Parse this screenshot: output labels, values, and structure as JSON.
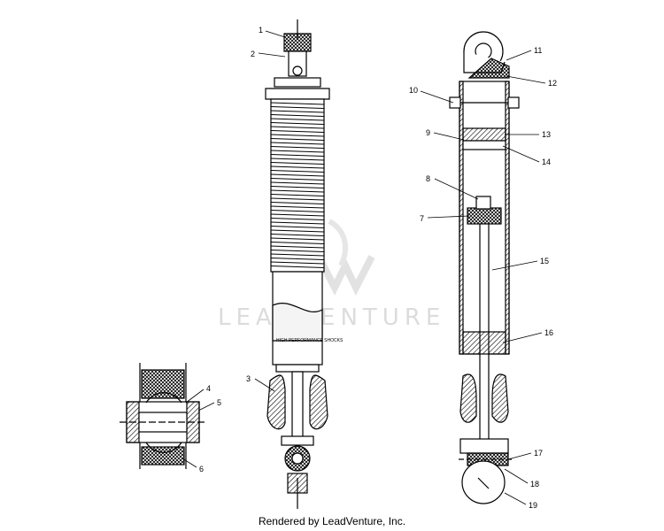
{
  "watermark": {
    "text": "LEADVENTURE"
  },
  "decal": {
    "text": "HIGH PERFORMANCE SHOCKS"
  },
  "callouts": {
    "c1": "1",
    "c2": "2",
    "c3": "3",
    "c4": "4",
    "c5": "5",
    "c6": "6",
    "c7": "7",
    "c8": "8",
    "c9": "9",
    "c10": "10",
    "c11": "11",
    "c12": "12",
    "c13": "13",
    "c14": "14",
    "c15": "15",
    "c16": "16",
    "c17": "17",
    "c18": "18",
    "c19": "19"
  },
  "footer": {
    "credit": "Rendered by LeadVenture, Inc."
  }
}
